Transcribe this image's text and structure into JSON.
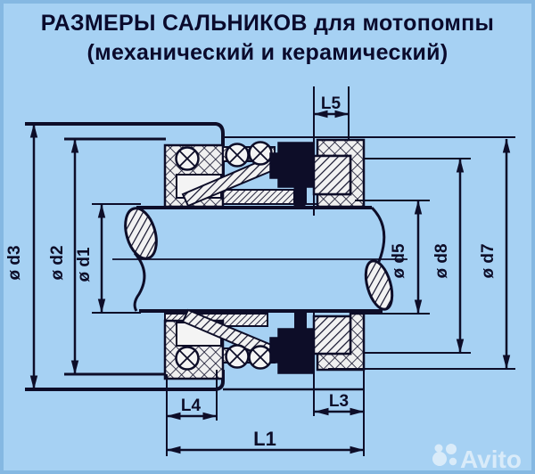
{
  "title": {
    "line1": "РАЗМЕРЫ САЛЬНИКОВ для мотопомпы",
    "line2": "(механический и керамический)"
  },
  "diagram": {
    "description": "cross-section of pump mechanical and ceramic seal on shaft",
    "dims": {
      "d3": "ø d3",
      "d2": "ø d2",
      "d1": "ø d1",
      "d5": "ø d5",
      "d8": "ø d8",
      "d7": "ø d7",
      "L5": "L5",
      "L4": "L4",
      "L3": "L3",
      "L1": "L1"
    }
  },
  "watermark": {
    "label": "Avito"
  },
  "colors": {
    "background": "#a6d1f3",
    "border": "#85b8e2",
    "line": "#0d0d28",
    "title_text": "#0a0a2c",
    "hatch_fill": "#f2f2f2",
    "watermark": "#ffffff"
  }
}
